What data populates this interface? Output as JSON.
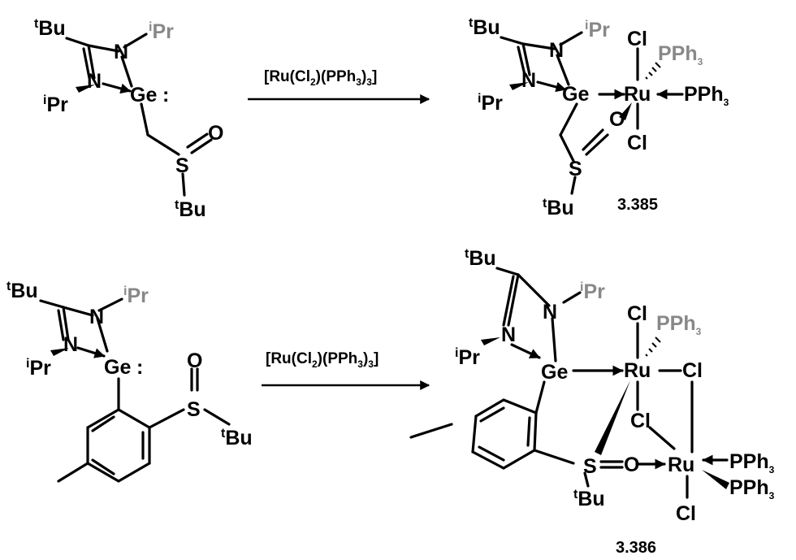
{
  "colors": {
    "ge": "#F58220",
    "label_grey": "#888888",
    "bond": "#000000"
  },
  "labels": {
    "tbu_prefix": "t",
    "tbu_body": "Bu",
    "ipr_prefix": "i",
    "ipr_body": "Pr",
    "n": "N",
    "ge": "Ge",
    "colon": ":",
    "s": "S",
    "o": "O",
    "ru": "Ru",
    "cl": "Cl",
    "pph3_main": "PPh",
    "pph3_sub": "3"
  },
  "reagent": {
    "part1": "[Ru(Cl",
    "sub1": "2",
    "part2": ")(PPh",
    "sub2": "3",
    "part3": ")",
    "sub3": "3",
    "part4": "]"
  },
  "compounds": {
    "top_product": "3.385",
    "bottom_product": "3.386"
  }
}
